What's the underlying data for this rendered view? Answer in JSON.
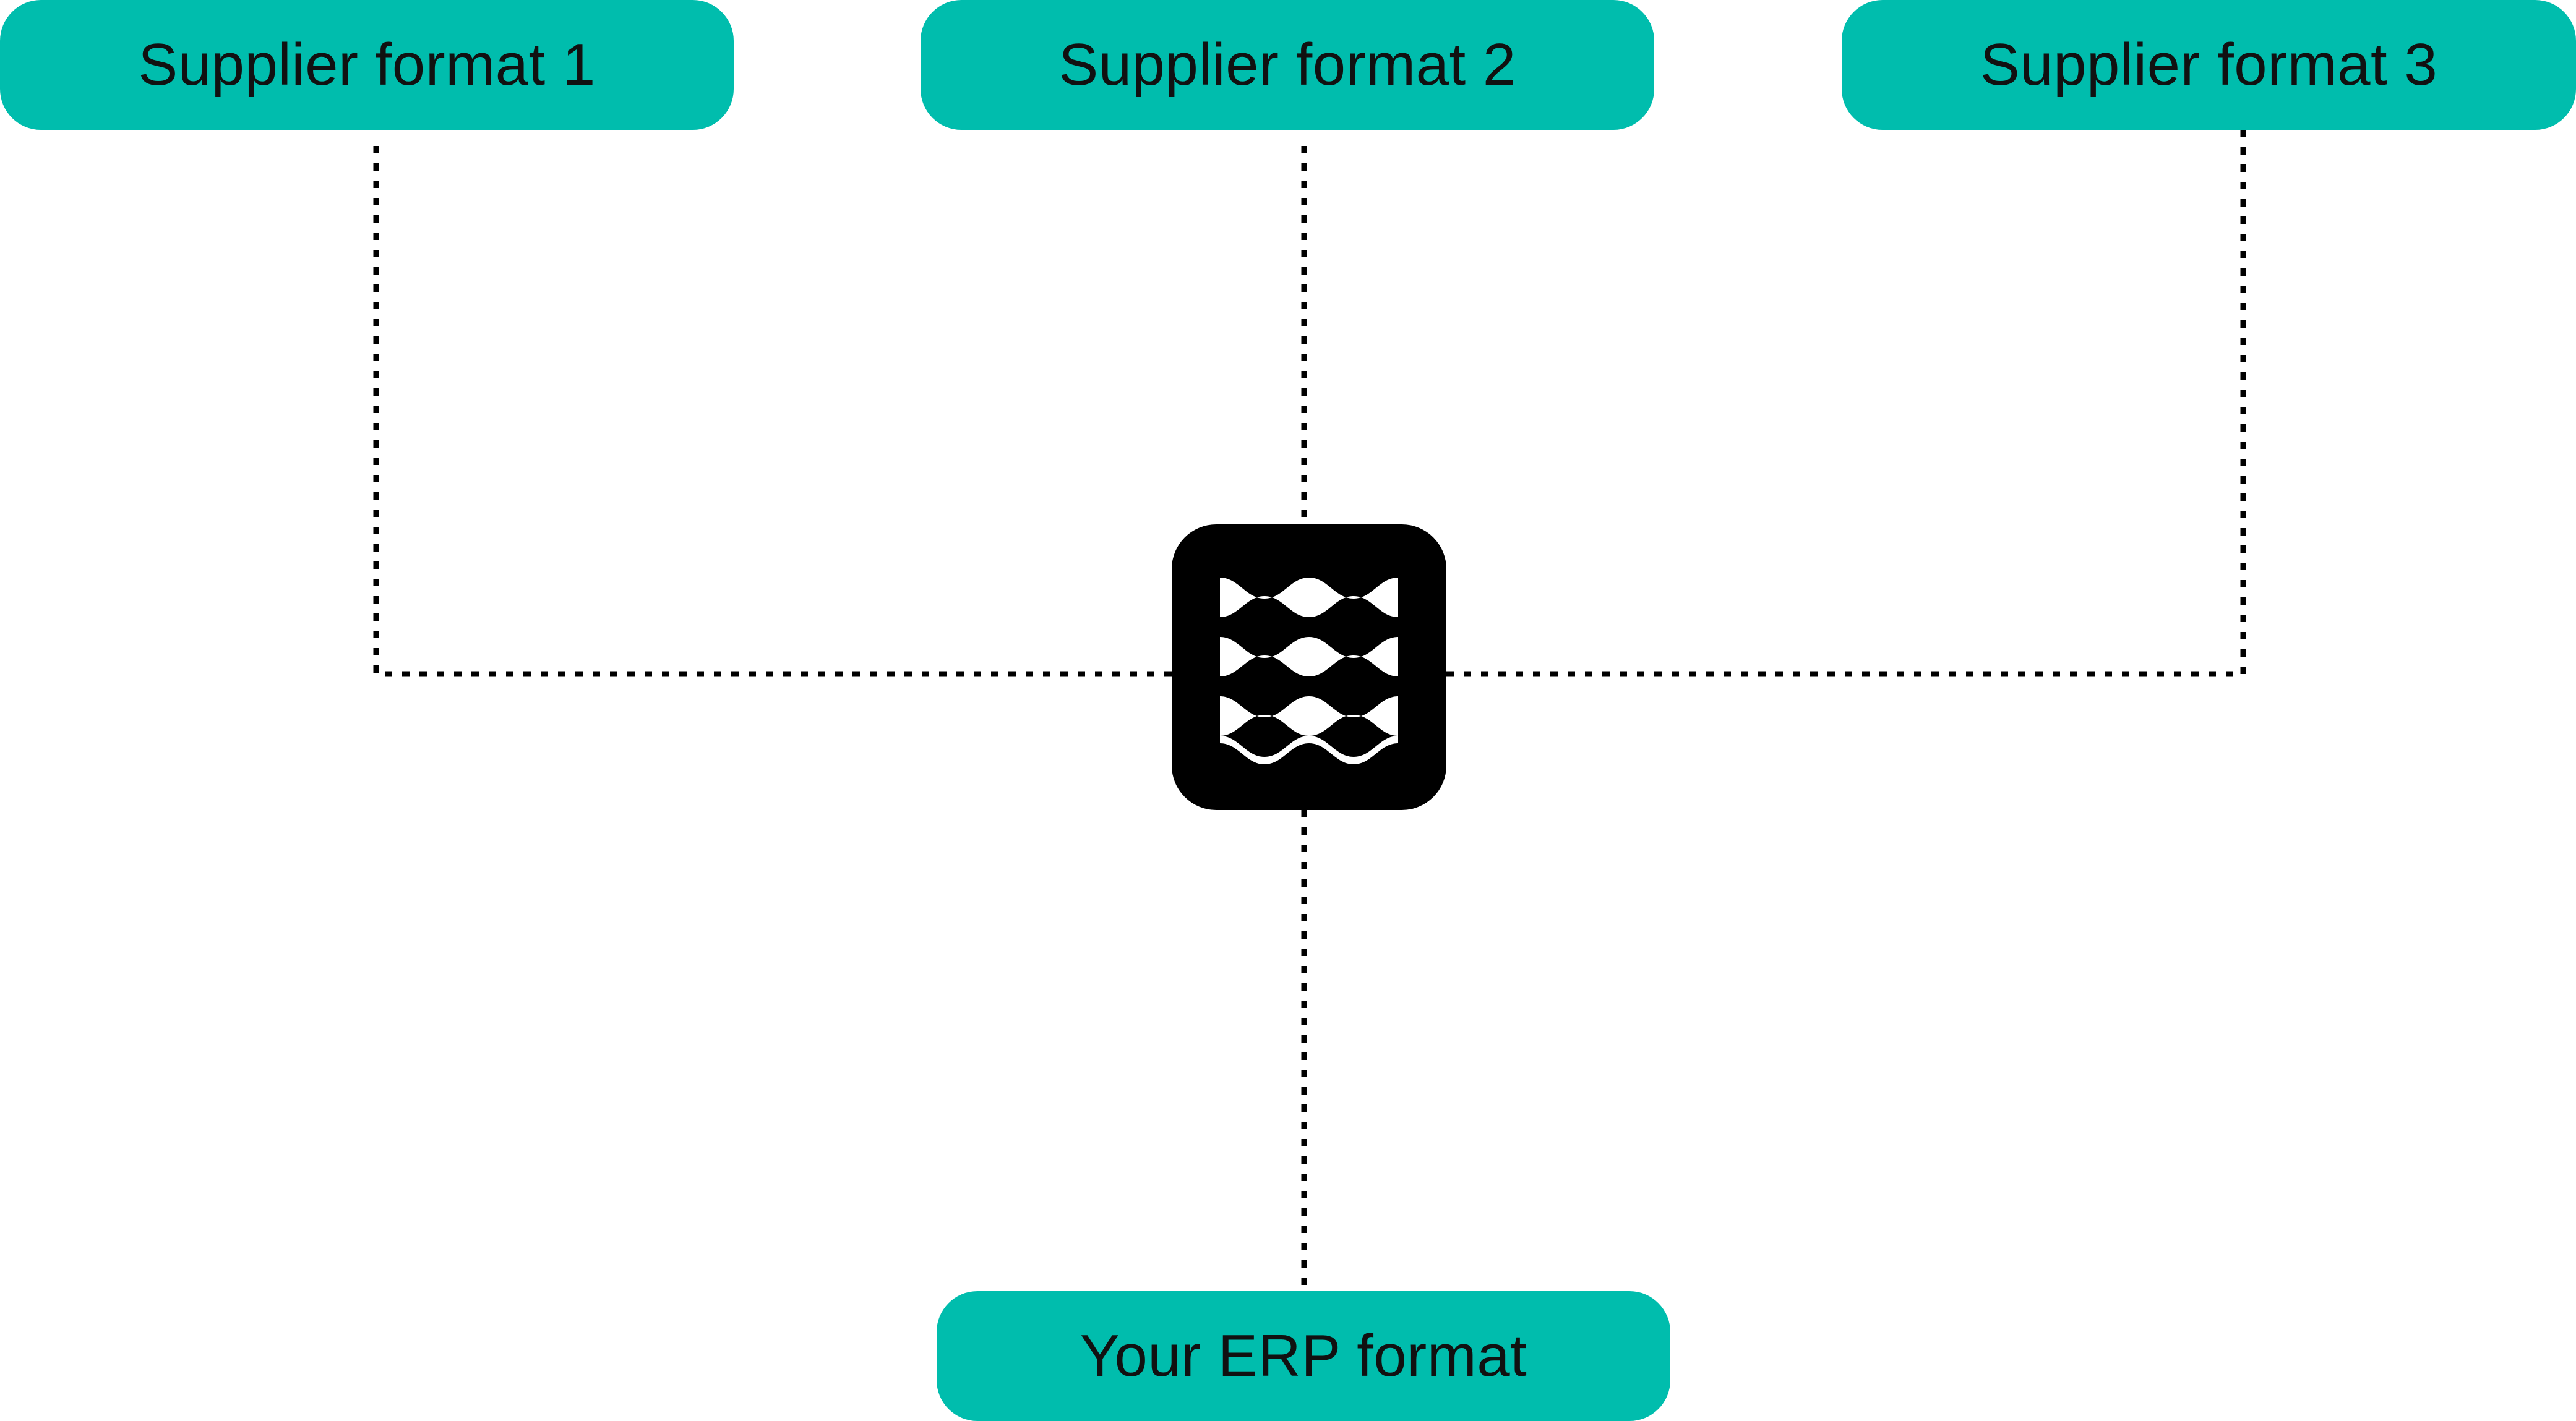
{
  "diagram": {
    "sources": [
      {
        "label": "Supplier format 1"
      },
      {
        "label": "Supplier format 2"
      },
      {
        "label": "Supplier format 3"
      }
    ],
    "target": {
      "label": "Your ERP format"
    },
    "hub": {
      "icon": "waves-icon"
    }
  },
  "colors": {
    "node_fill": "#00bdad",
    "hub_fill": "#000000",
    "connector": "#000000"
  }
}
